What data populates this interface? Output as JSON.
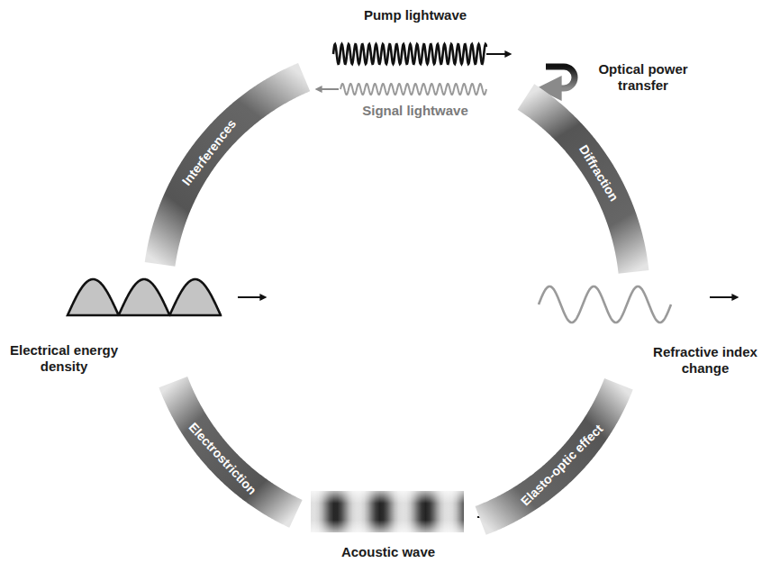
{
  "diagram": {
    "nodes": [
      {
        "text": [
          "Pump lightwave",
          "Signal lightwave"
        ]
      },
      {
        "text": [
          "Electrical energy density"
        ]
      },
      {
        "text": [
          "Refractive index change"
        ]
      },
      {
        "text": [
          "Acoustic wave"
        ]
      }
    ],
    "edges": [
      {
        "from": 0,
        "to": 1,
        "arrow": "none",
        "label": "Interferences"
      },
      {
        "from": 1,
        "to": 3,
        "arrow": "none",
        "label": "Electrostriction"
      },
      {
        "from": 3,
        "to": 2,
        "arrow": "none",
        "label": "Elasto-optic effect"
      },
      {
        "from": 2,
        "to": 0,
        "arrow": "none",
        "label": "Diffraction"
      }
    ],
    "labels": [
      "Optical power transfer"
    ]
  }
}
